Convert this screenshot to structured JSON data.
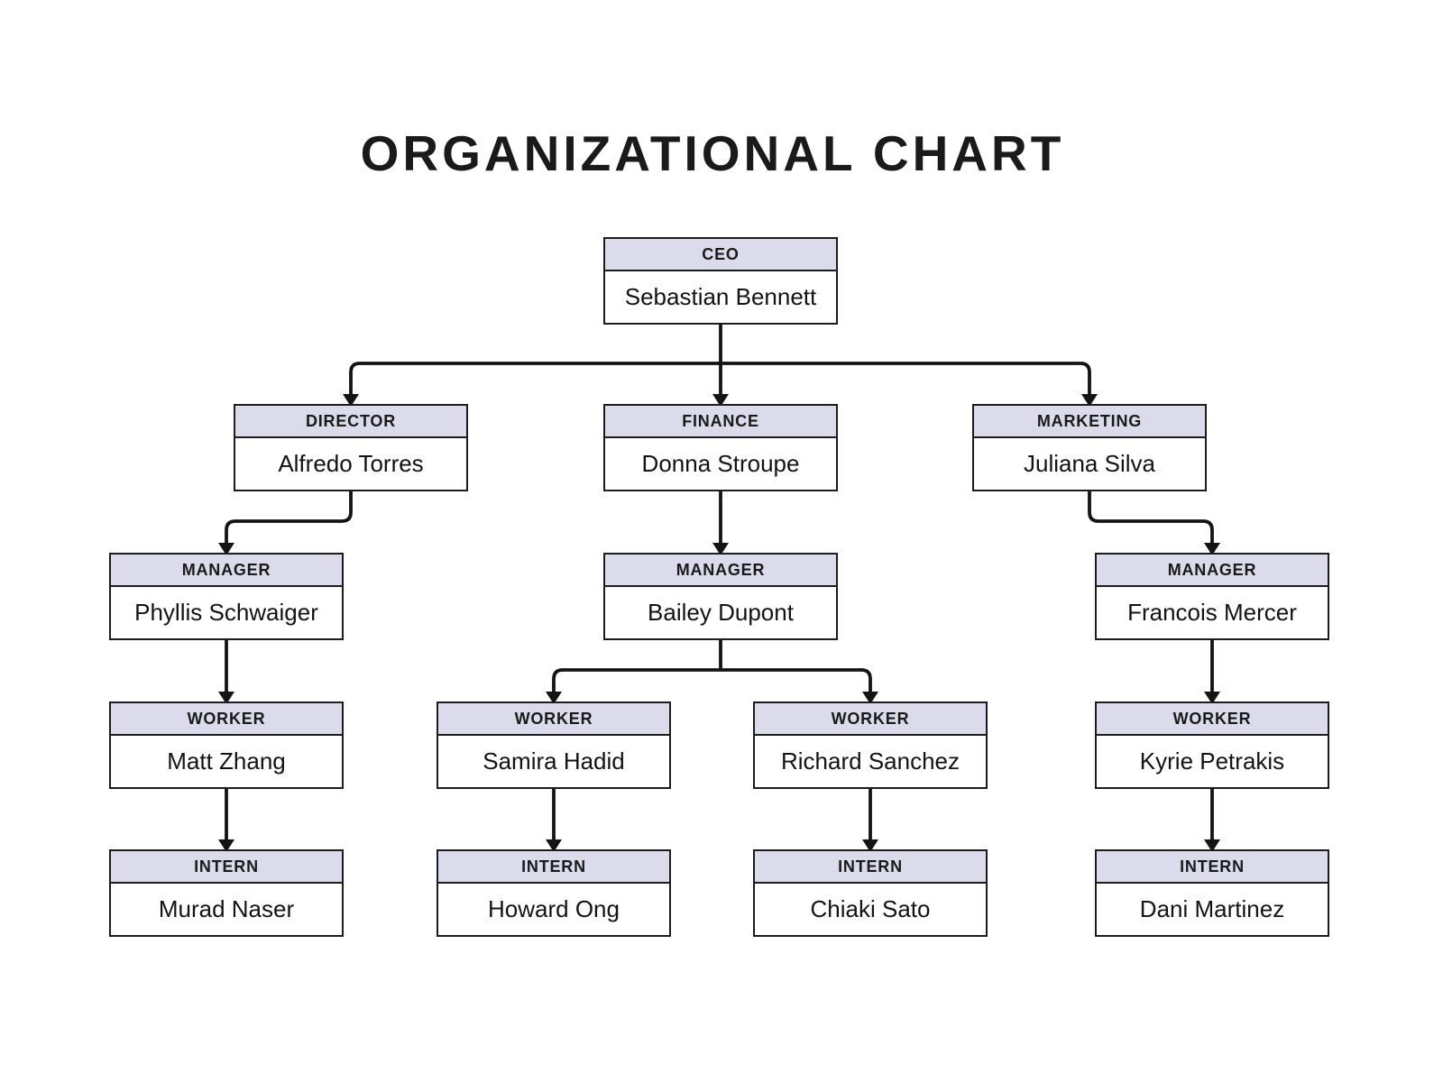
{
  "title": "ORGANIZATIONAL CHART",
  "colors": {
    "page_bg": "#ffffff",
    "header_bg": "#dcdbec",
    "box_border": "#1c1c1c",
    "line": "#141414",
    "title_text": "#1a1a1a"
  },
  "nodes": {
    "ceo": {
      "role": "CEO",
      "name": "Sebastian Bennett"
    },
    "director": {
      "role": "DIRECTOR",
      "name": "Alfredo Torres"
    },
    "finance": {
      "role": "FINANCE",
      "name": "Donna Stroupe"
    },
    "marketing": {
      "role": "MARKETING",
      "name": "Juliana Silva"
    },
    "manager_director": {
      "role": "MANAGER",
      "name": "Phyllis Schwaiger"
    },
    "manager_finance": {
      "role": "MANAGER",
      "name": "Bailey Dupont"
    },
    "manager_marketing": {
      "role": "MANAGER",
      "name": "Francois Mercer"
    },
    "worker_director": {
      "role": "WORKER",
      "name": "Matt Zhang"
    },
    "worker_finance_1": {
      "role": "WORKER",
      "name": "Samira Hadid"
    },
    "worker_finance_2": {
      "role": "WORKER",
      "name": "Richard Sanchez"
    },
    "worker_marketing": {
      "role": "WORKER",
      "name": "Kyrie Petrakis"
    },
    "intern_director": {
      "role": "INTERN",
      "name": "Murad Naser"
    },
    "intern_finance_1": {
      "role": "INTERN",
      "name": "Howard Ong"
    },
    "intern_finance_2": {
      "role": "INTERN",
      "name": "Chiaki Sato"
    },
    "intern_marketing": {
      "role": "INTERN",
      "name": "Dani Martinez"
    }
  }
}
